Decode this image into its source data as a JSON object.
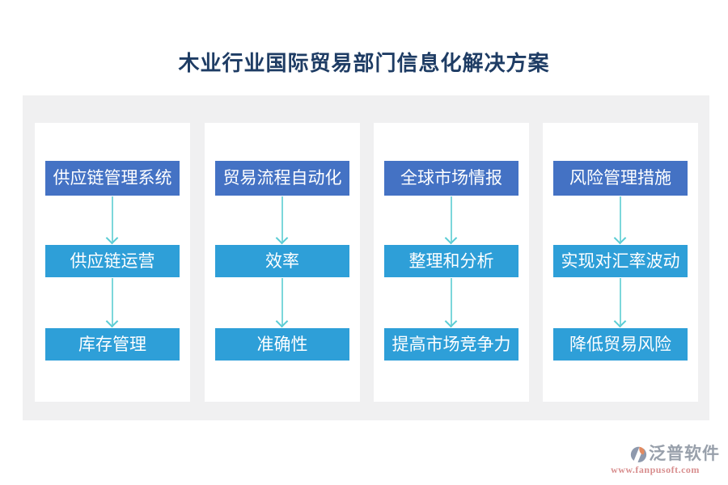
{
  "title": "木业行业国际贸易部门信息化解决方案",
  "columns": [
    {
      "boxes": [
        "供应链管理系统",
        "供应链运营",
        "库存管理"
      ]
    },
    {
      "boxes": [
        "贸易流程自动化",
        "效率",
        "准确性"
      ]
    },
    {
      "boxes": [
        "全球市场情报",
        "整理和分析",
        "提高市场竞争力"
      ]
    },
    {
      "boxes": [
        "风险管理措施",
        "实现对汇率波动",
        "降低贸易风险"
      ]
    }
  ],
  "footer": {
    "brand": "泛普软件",
    "url": "www.fanpusoft.com"
  },
  "colors": {
    "title_text": "#1e3c64",
    "top_box_blue": "#4472c4",
    "flow_box_blue": "#2e9fd8",
    "arrow_cyan": "#58ccd4",
    "panel_gray": "#f0f0f1",
    "brand_gray": "#98a0ab",
    "url_pink": "#d88e8e",
    "logo_orange": "#e28a60",
    "logo_blue_gray": "#8e99ad"
  }
}
